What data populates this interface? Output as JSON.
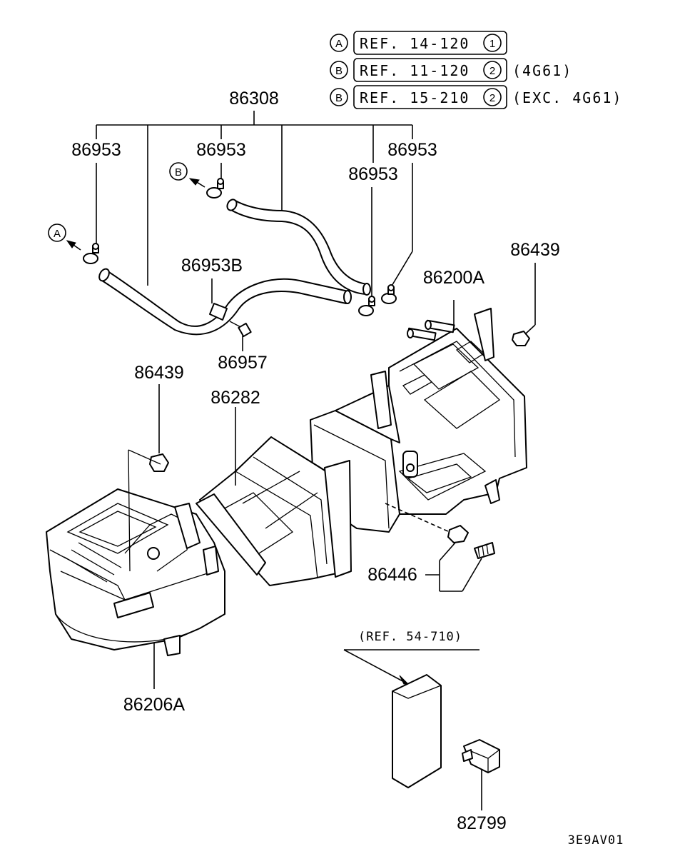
{
  "refs": [
    {
      "circle": "A",
      "ref_text": "REF. 14-120",
      "num": "1",
      "note": ""
    },
    {
      "circle": "B",
      "ref_text": "REF. 11-120",
      "num": "2",
      "note": "(4G61)"
    },
    {
      "circle": "B",
      "ref_text": "REF. 15-210",
      "num": "2",
      "note": "(EXC. 4G61)"
    }
  ],
  "parts": {
    "p86308": "86308",
    "p86953_a": "86953",
    "p86953_b": "86953",
    "p86953_c": "86953",
    "p86953_d": "86953",
    "p86953B": "86953B",
    "p86957": "86957",
    "p86439_a": "86439",
    "p86439_b": "86439",
    "p86200A": "86200A",
    "p86282": "86282",
    "p86206A": "86206A",
    "p86446": "86446",
    "p82799": "82799"
  },
  "markers": {
    "a": "A",
    "b": "B"
  },
  "ref_note": "(REF. 54-710)",
  "diagram_code": "3E9AV01"
}
